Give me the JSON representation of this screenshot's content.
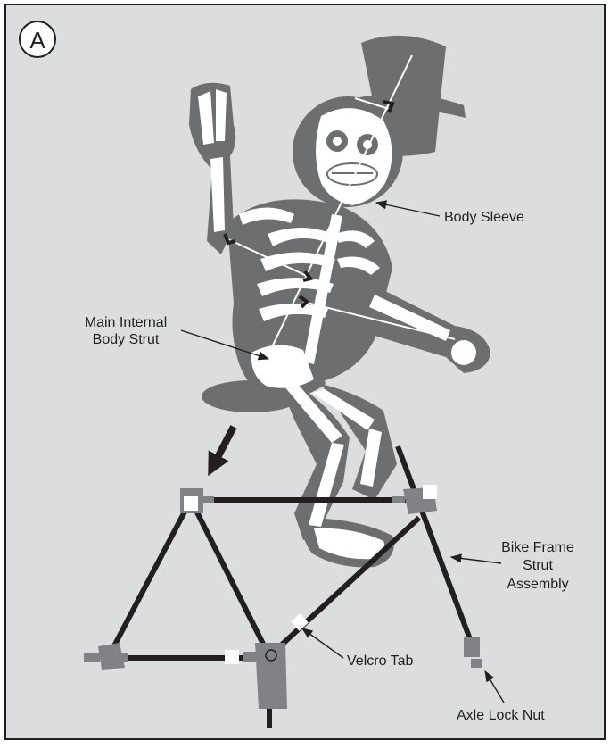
{
  "figure": {
    "panel_badge": "A",
    "colors": {
      "background": "#dcdddf",
      "frame_border": "#231f20",
      "sleeve": "#6d6e70",
      "bones": "#ffffff",
      "strut": "#231f20",
      "connector": "#808285",
      "velcro": "#ffffff"
    }
  },
  "labels": {
    "body_sleeve": "Body Sleeve",
    "main_strut_line1": "Main Internal",
    "main_strut_line2": "Body Strut",
    "bike_frame_line1": "Bike Frame",
    "bike_frame_line2": "Strut",
    "bike_frame_line3": "Assembly",
    "velcro_tab": "Velcro Tab",
    "axle_lock_nut": "Axle Lock Nut"
  }
}
